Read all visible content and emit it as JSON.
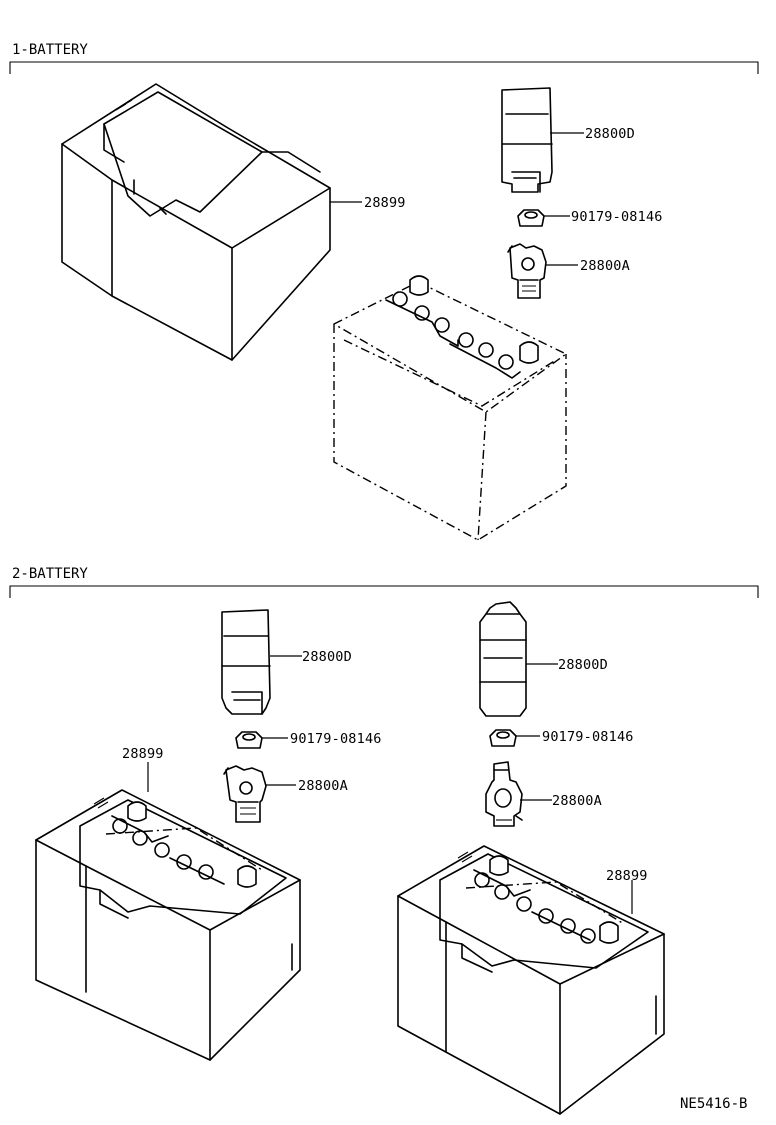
{
  "sections": [
    {
      "label": "1-BATTERY"
    },
    {
      "label": "2-BATTERY"
    }
  ],
  "callouts": {
    "s1_cover": "28899",
    "s1_terminal_cover": "28800D",
    "s1_nut": "90179-08146",
    "s1_clamp": "28800A",
    "s2l_cover": "28899",
    "s2l_terminal_cover": "28800D",
    "s2l_nut": "90179-08146",
    "s2l_clamp": "28800A",
    "s2r_terminal_cover": "28800D",
    "s2r_nut": "90179-08146",
    "s2r_clamp": "28800A",
    "s2r_cover": "28899"
  },
  "figure_code": "NE5416-B"
}
